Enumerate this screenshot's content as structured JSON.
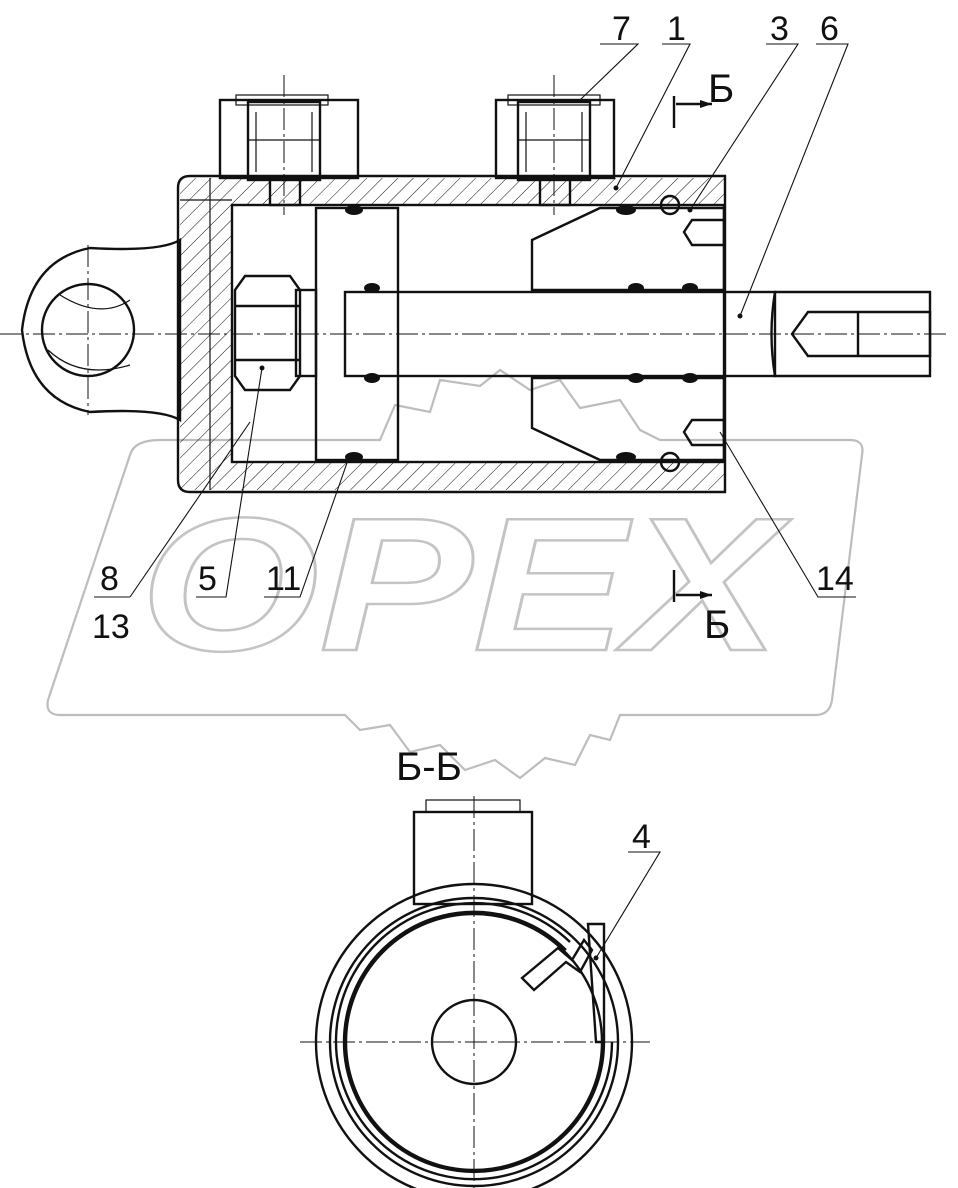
{
  "watermark": {
    "text": "OPEX"
  },
  "section_marks": {
    "top": "Б",
    "bottom": "Б",
    "title": "Б-Б"
  },
  "callouts": {
    "p7": "7",
    "p1": "1",
    "p3": "3",
    "p6": "6",
    "p8": "8",
    "p13": "13",
    "p5": "5",
    "p11": "11",
    "p14": "14",
    "p4": "4"
  },
  "colors": {
    "line": "#111111",
    "watermark": "#bdbdbd",
    "background": "#ffffff"
  }
}
